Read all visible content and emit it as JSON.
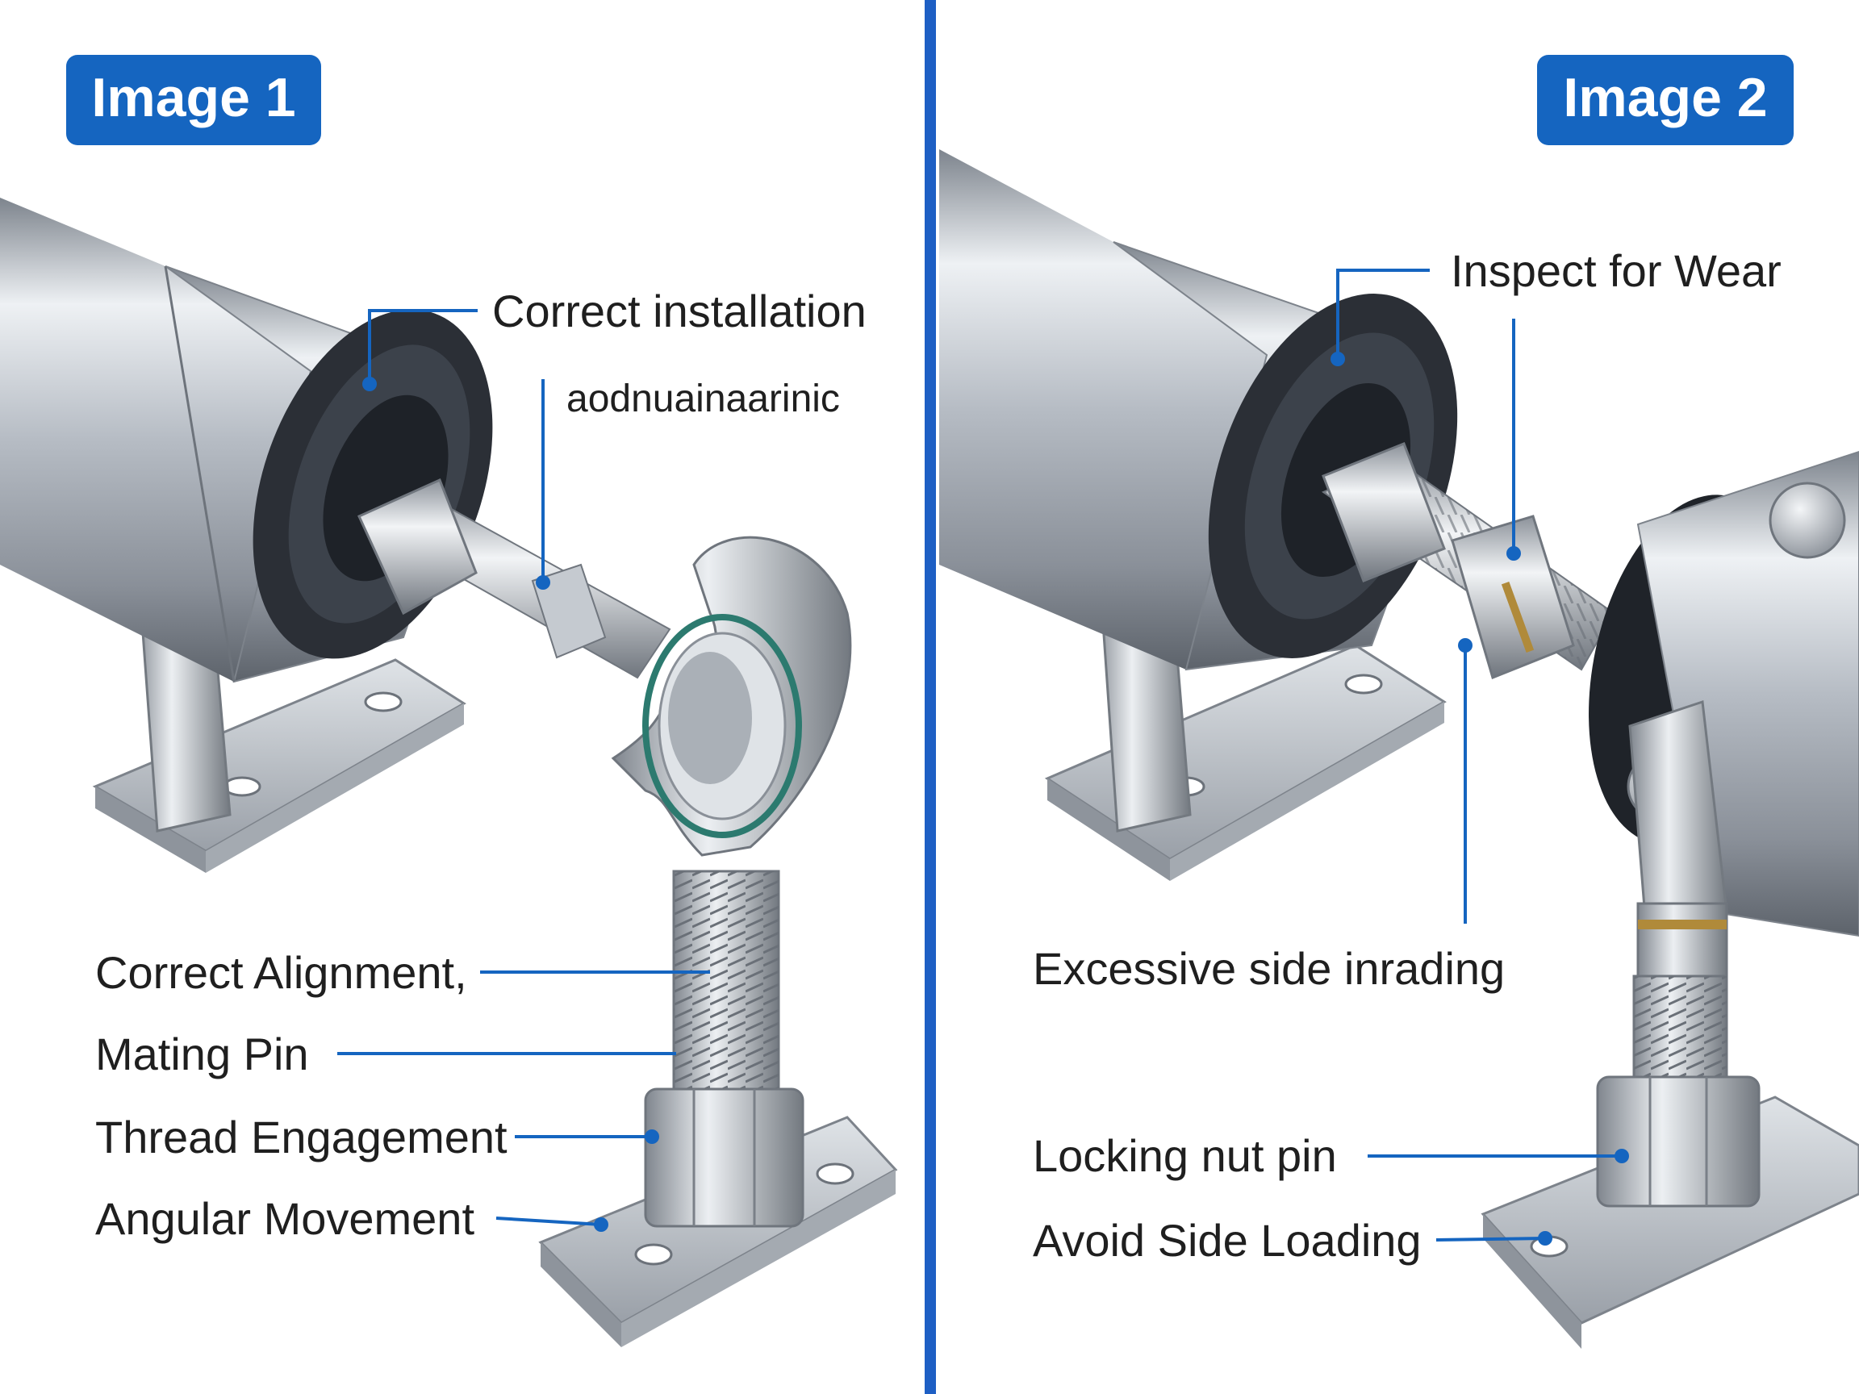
{
  "panels": [
    {
      "badge": "Image 1",
      "labels": {
        "correct_installation": "Correct installation",
        "garbled": "aodnuainaarinic",
        "correct_alignment": "Correct Alignment,",
        "mating_pin": "Mating Pin",
        "thread_engagement": "Thread Engagement",
        "angular_movement": "Angular Movement"
      }
    },
    {
      "badge": "Image 2",
      "labels": {
        "inspect_for_wear": "Inspect for Wear",
        "excessive_side_loading": "Excessive side inrading",
        "locking_nut_pin": "Locking nut pin",
        "avoid_side_loading": "Avoid Side Loading"
      }
    }
  ],
  "colors": {
    "accent": "#1565c0",
    "divider": "#1e5fc4",
    "metal": "#b9bec5",
    "seal": "#2b2f36"
  }
}
